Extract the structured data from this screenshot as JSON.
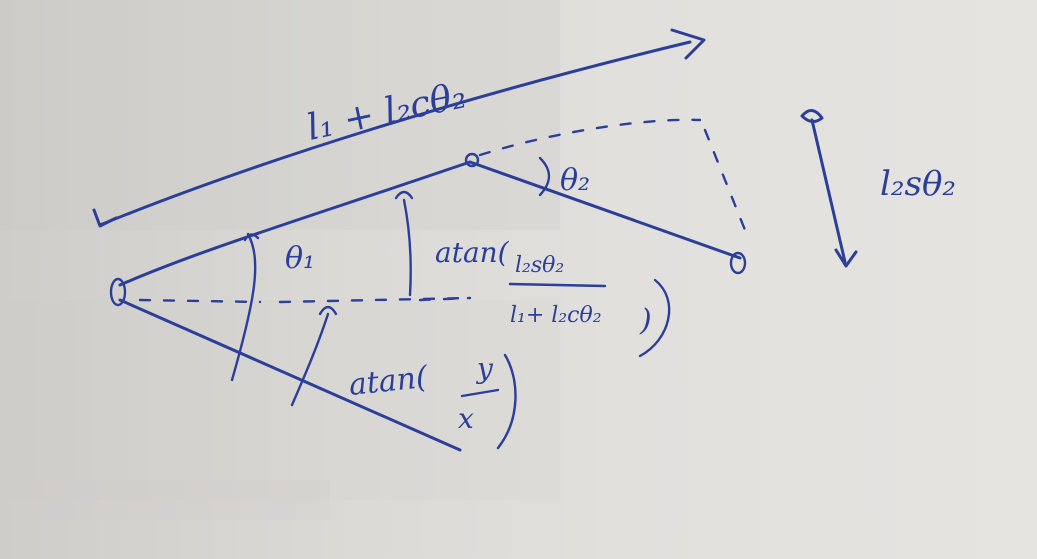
{
  "labels": {
    "top_length": "l₁ + l₂cθ₂",
    "side_length": "l₂sθ₂",
    "theta1": "θ₁",
    "theta2": "θ₂",
    "atan_outer_prefix": "atan(",
    "atan_outer_num": "y",
    "atan_outer_den": "x",
    "atan_outer_suffix": ")",
    "atan_inner_prefix": "atan(",
    "atan_inner_num": "l₂sθ₂",
    "atan_inner_den": "l₁+ l₂cθ₂",
    "atan_inner_suffix": ")"
  },
  "colors": {
    "ink": "#2b3f9a",
    "paper": "#dcdad7"
  }
}
